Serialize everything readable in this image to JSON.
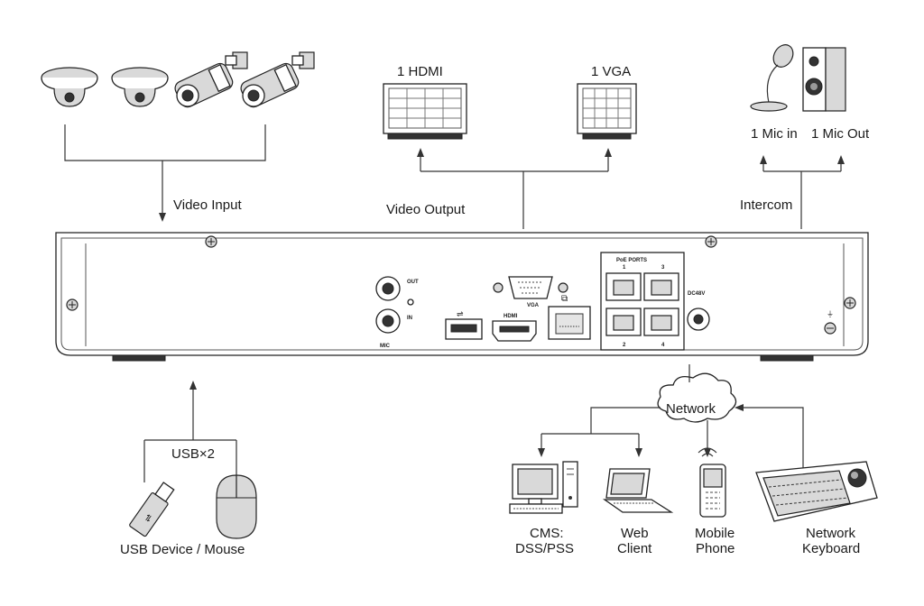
{
  "labels": {
    "hdmi": "1 HDMI",
    "vga": "1 VGA",
    "mic_in": "1 Mic in",
    "mic_out": "1 Mic Out",
    "video_input": "Video Input",
    "video_output": "Video Output",
    "intercom": "Intercom",
    "usb_x2": "USB×2",
    "usb_device_mouse": "USB Device / Mouse",
    "network": "Network",
    "cms_line1": "CMS:",
    "cms_line2": "DSS/PSS",
    "web_line1": "Web",
    "web_line2": "Client",
    "mobile_line1": "Mobile",
    "mobile_line2": "Phone",
    "keyboard_line1": "Network",
    "keyboard_line2": "Keyboard"
  },
  "panel": {
    "poe_ports": "PoE PORTS",
    "port_1": "1",
    "port_2": "2",
    "port_3": "3",
    "port_4": "4",
    "audio_out": "OUT",
    "audio_in": "IN",
    "mic": "MIC",
    "vga_port": "VGA",
    "hdmi_port": "HDMI",
    "power": "DC48V"
  }
}
